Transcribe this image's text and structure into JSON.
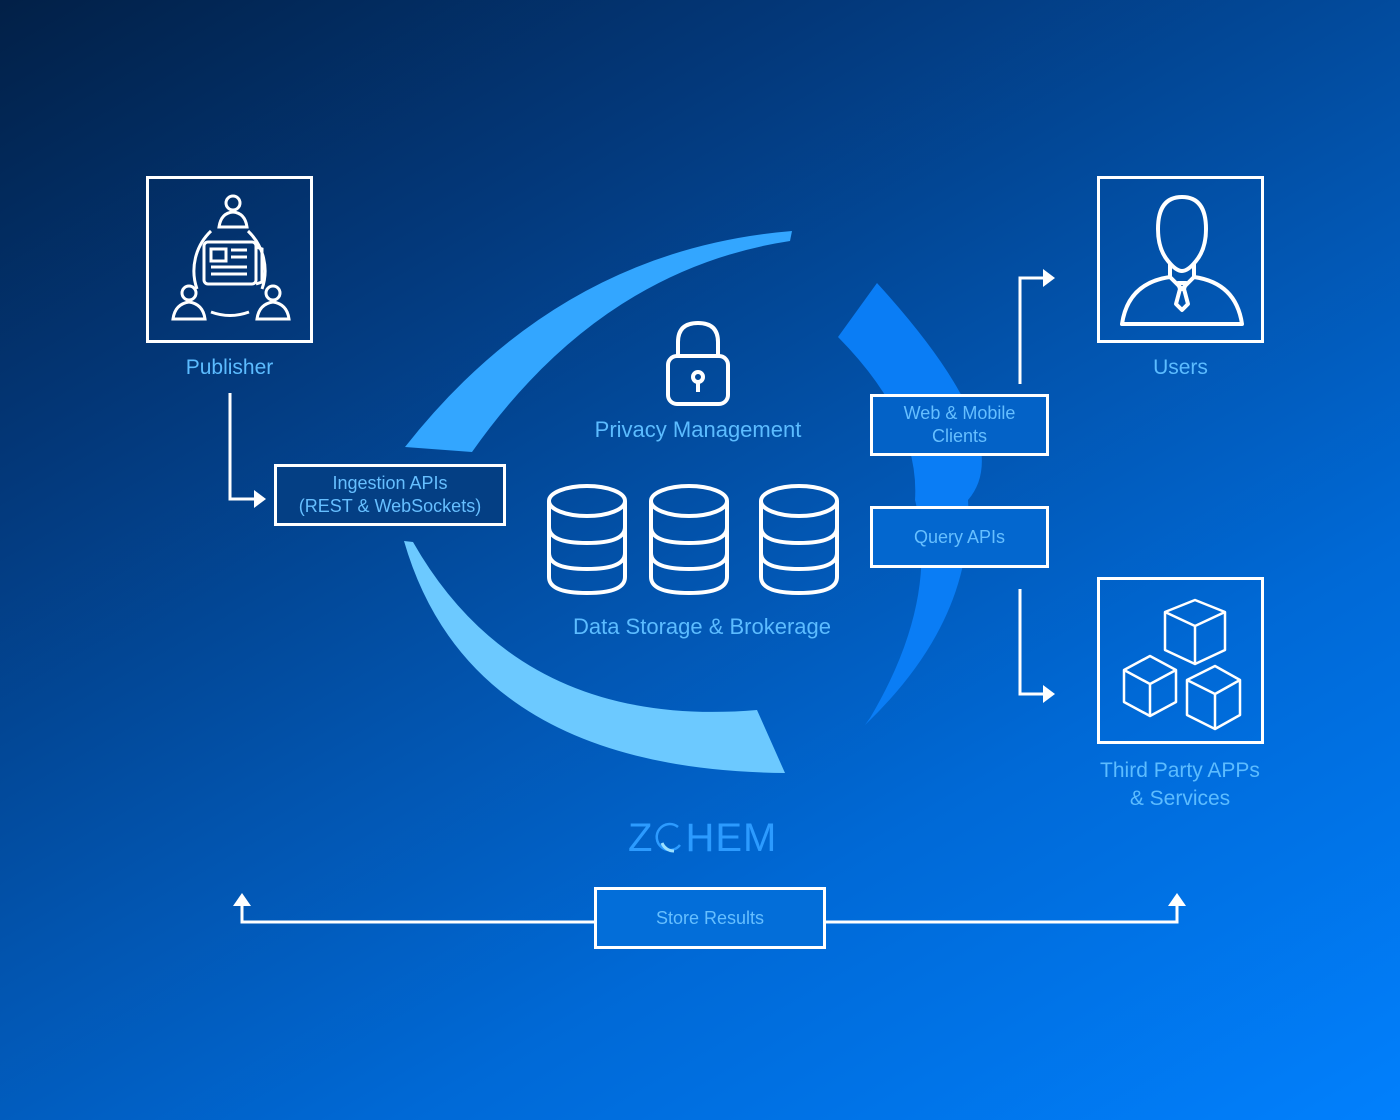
{
  "nodes": {
    "publisher": {
      "label": "Publisher",
      "icon": "publisher-network-icon"
    },
    "users": {
      "label": "Users",
      "icon": "user-icon"
    },
    "third_party": {
      "label_line1": "Third Party APPs",
      "label_line2": "& Services",
      "icon": "cubes-icon"
    },
    "privacy": {
      "label": "Privacy Management",
      "icon": "padlock-icon"
    },
    "storage": {
      "label": "Data Storage & Brokerage",
      "icon": "database-icon"
    }
  },
  "boxes": {
    "ingestion": {
      "line1": "Ingestion APIs",
      "line2": "(REST & WebSockets)"
    },
    "web_mobile": {
      "line1": "Web & Mobile",
      "line2": "Clients"
    },
    "query": {
      "label": "Query APIs"
    },
    "store_results": {
      "label": "Store Results"
    }
  },
  "logo": {
    "text_left": "Z",
    "text_right": "HEM",
    "full": "ZOHEM"
  },
  "colors": {
    "arc_top_left": "#33a6ff",
    "arc_bottom_left": "#6cc9ff",
    "arc_right": "#0a7df5",
    "label_text": "#5cbcff",
    "stroke": "#ffffff"
  }
}
